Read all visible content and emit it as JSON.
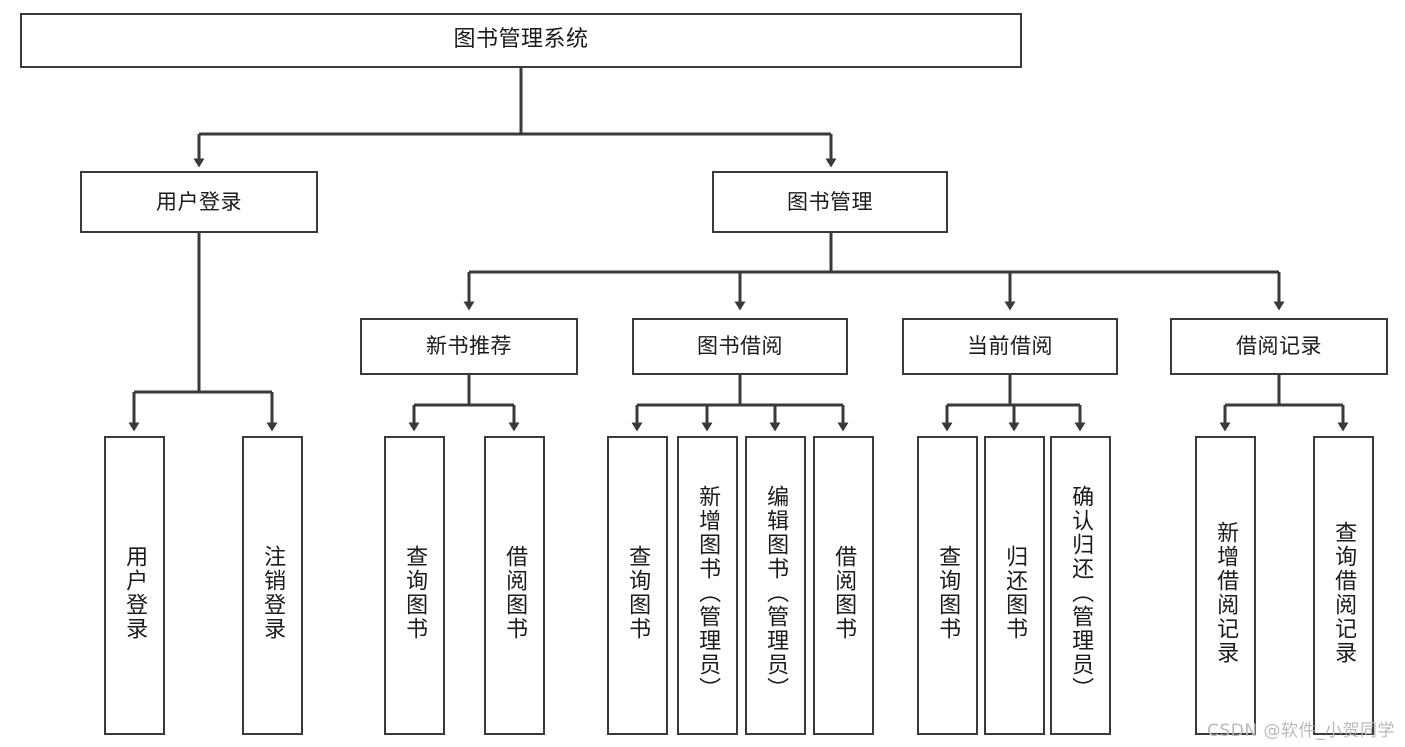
{
  "diagram": {
    "title": "图书管理系统",
    "watermark": "CSDN @软件_小贺同学",
    "stroke_color": "#3a3a3a",
    "background_color": "#ffffff",
    "text_color": "#1b1b1b",
    "root": {
      "label": "图书管理系统"
    },
    "level2": [
      {
        "label": "用户登录"
      },
      {
        "label": "图书管理"
      }
    ],
    "level3": [
      {
        "label": "新书推荐"
      },
      {
        "label": "图书借阅"
      },
      {
        "label": "当前借阅"
      },
      {
        "label": "借阅记录"
      }
    ],
    "leaves": {
      "user_login": [
        {
          "label": "用户登录"
        },
        {
          "label": "注销登录"
        }
      ],
      "new_book_recommend": [
        {
          "label": "查询图书"
        },
        {
          "label": "借阅图书"
        }
      ],
      "book_borrow": [
        {
          "label": "查询图书"
        },
        {
          "label": "新增图书（管理员）"
        },
        {
          "label": "编辑图书（管理员）"
        },
        {
          "label": "借阅图书"
        }
      ],
      "current_borrow": [
        {
          "label": "查询图书"
        },
        {
          "label": "归还图书"
        },
        {
          "label": "确认归还（管理员）"
        }
      ],
      "borrow_record": [
        {
          "label": "新增借阅记录"
        },
        {
          "label": "查询借阅记录"
        }
      ]
    }
  }
}
